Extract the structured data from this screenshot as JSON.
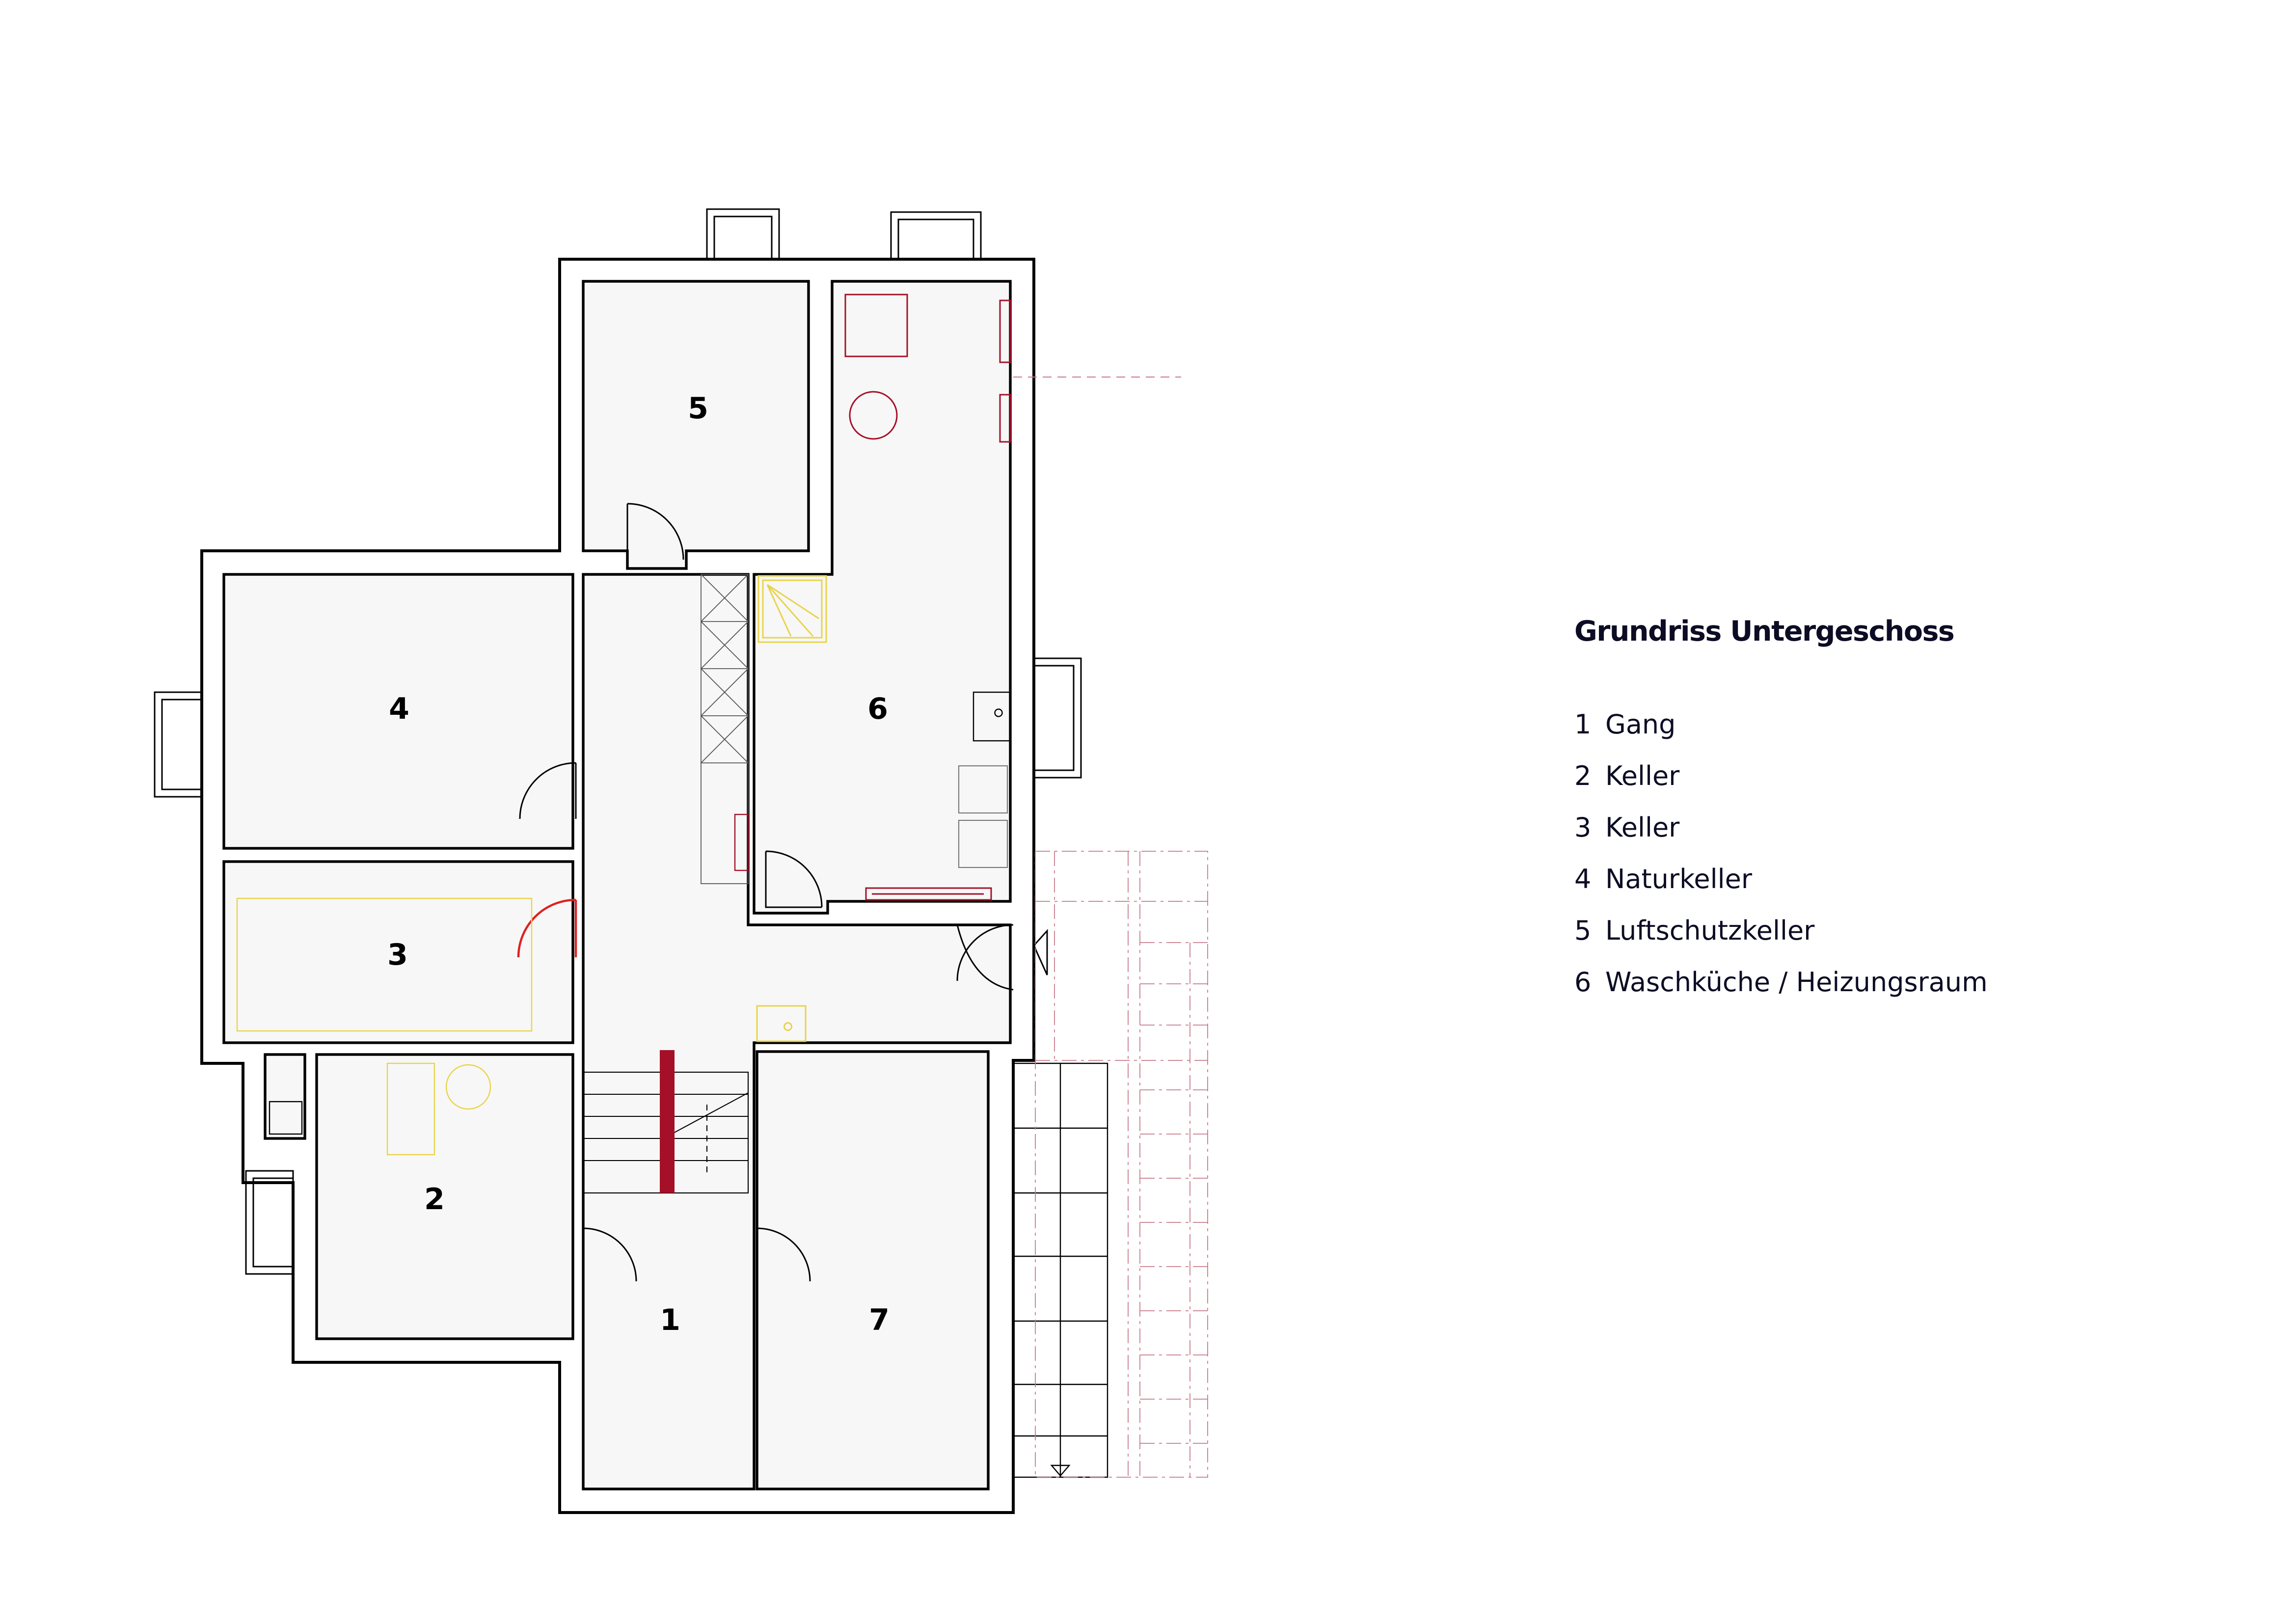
{
  "drawing": {
    "title": "Grundriss Untergeschoss",
    "room_numbers": {
      "r1": "1",
      "r2": "2",
      "r3": "3",
      "r4": "4",
      "r5": "5",
      "r6": "6",
      "r7": "7"
    },
    "legend": [
      {
        "num": "1",
        "name": "Gang"
      },
      {
        "num": "2",
        "name": "Keller"
      },
      {
        "num": "3",
        "name": "Keller"
      },
      {
        "num": "4",
        "name": "Naturkeller"
      },
      {
        "num": "5",
        "name": "Luftschutzkeller"
      },
      {
        "num": "6",
        "name": "Waschküche / Heizungsraum"
      }
    ]
  },
  "colors": {
    "wall": "#000000",
    "floor": "#f7f7f7",
    "accent_red": "#a51028",
    "fixture_yellow": "#e8d44a",
    "pink_dash": "#c87a8a"
  }
}
